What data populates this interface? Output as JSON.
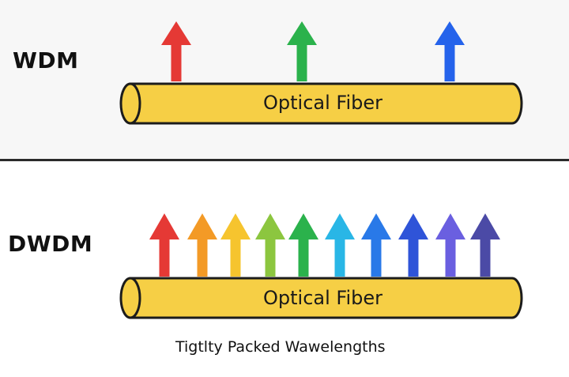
{
  "sections": {
    "wdm": {
      "label": "WDM",
      "fiber_label": "Optical Fiber",
      "arrows": [
        {
          "name": "red",
          "color": "#e53935"
        },
        {
          "name": "green",
          "color": "#2bb24c"
        },
        {
          "name": "blue",
          "color": "#2563eb"
        }
      ]
    },
    "dwdm": {
      "label": "DWDM",
      "fiber_label": "Optical Fiber",
      "caption": "Tigtlty Packed Wawelengths",
      "arrows": [
        {
          "name": "red",
          "color": "#e53935"
        },
        {
          "name": "orange",
          "color": "#f39a26"
        },
        {
          "name": "yellow",
          "color": "#f6c42e"
        },
        {
          "name": "yellow-green",
          "color": "#8cc63f"
        },
        {
          "name": "green",
          "color": "#2bb24c"
        },
        {
          "name": "cyan",
          "color": "#29b6e6"
        },
        {
          "name": "blue",
          "color": "#2979e8"
        },
        {
          "name": "indigo",
          "color": "#2f54d8"
        },
        {
          "name": "violet",
          "color": "#6a5fe0"
        },
        {
          "name": "dark-violet",
          "color": "#4b4aa6"
        }
      ]
    }
  },
  "colors": {
    "fiber_fill": "#f6cf45",
    "fiber_outline": "#1c1c1c",
    "divider": "#2b2b2b"
  }
}
